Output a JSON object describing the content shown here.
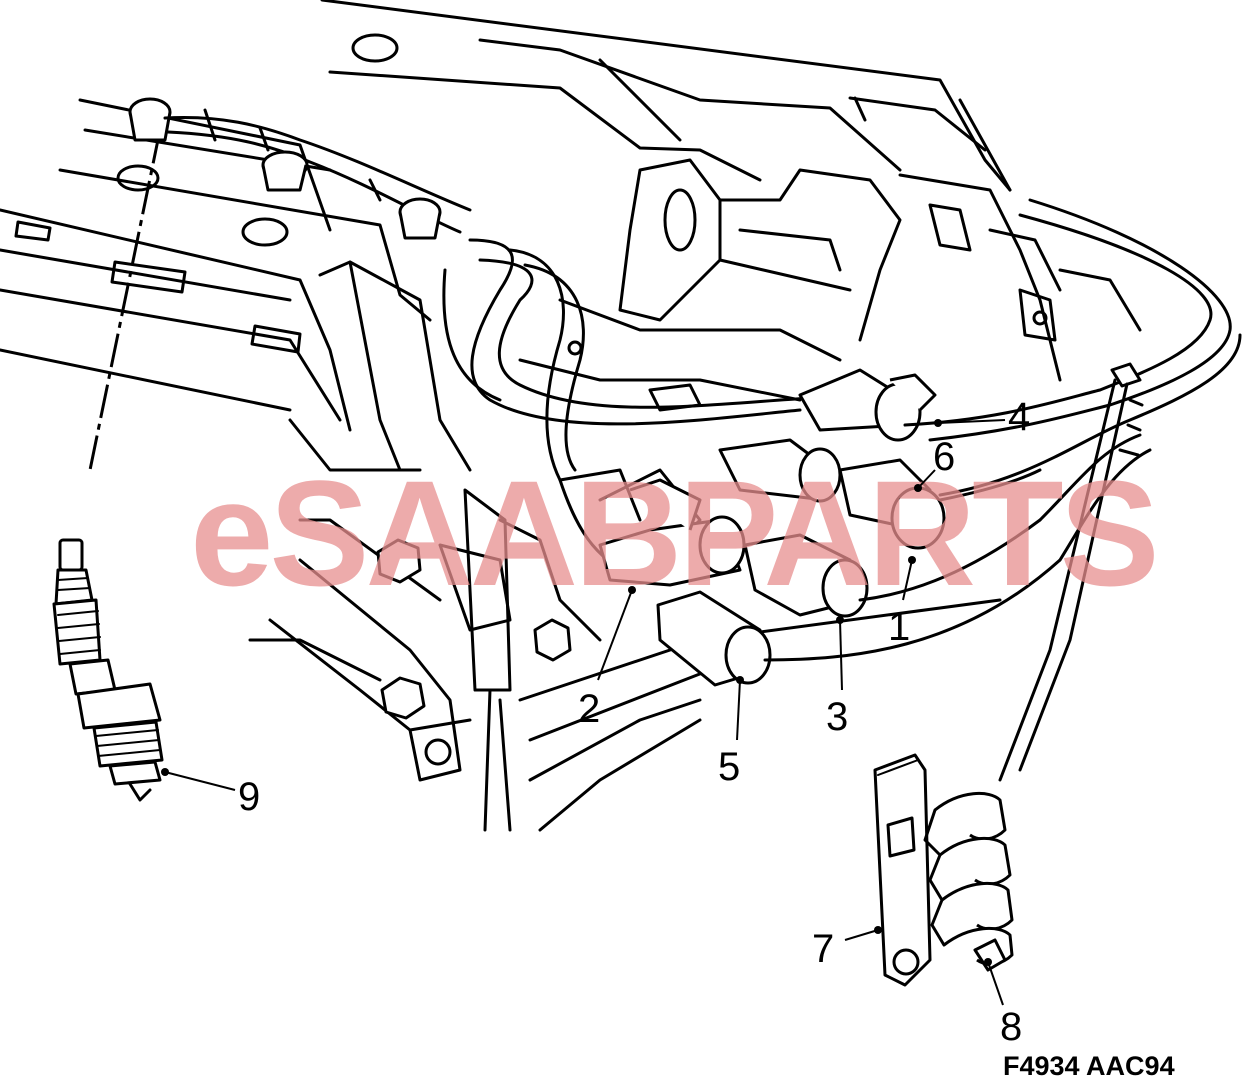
{
  "watermark": {
    "text": "eSAABPARTS",
    "color": "#e88f8f"
  },
  "figure_code": "F4934 AAC94",
  "callouts": [
    "1",
    "2",
    "3",
    "4",
    "5",
    "6",
    "7",
    "8",
    "9"
  ],
  "colors": {
    "line": "#000000",
    "background": "#ffffff"
  }
}
